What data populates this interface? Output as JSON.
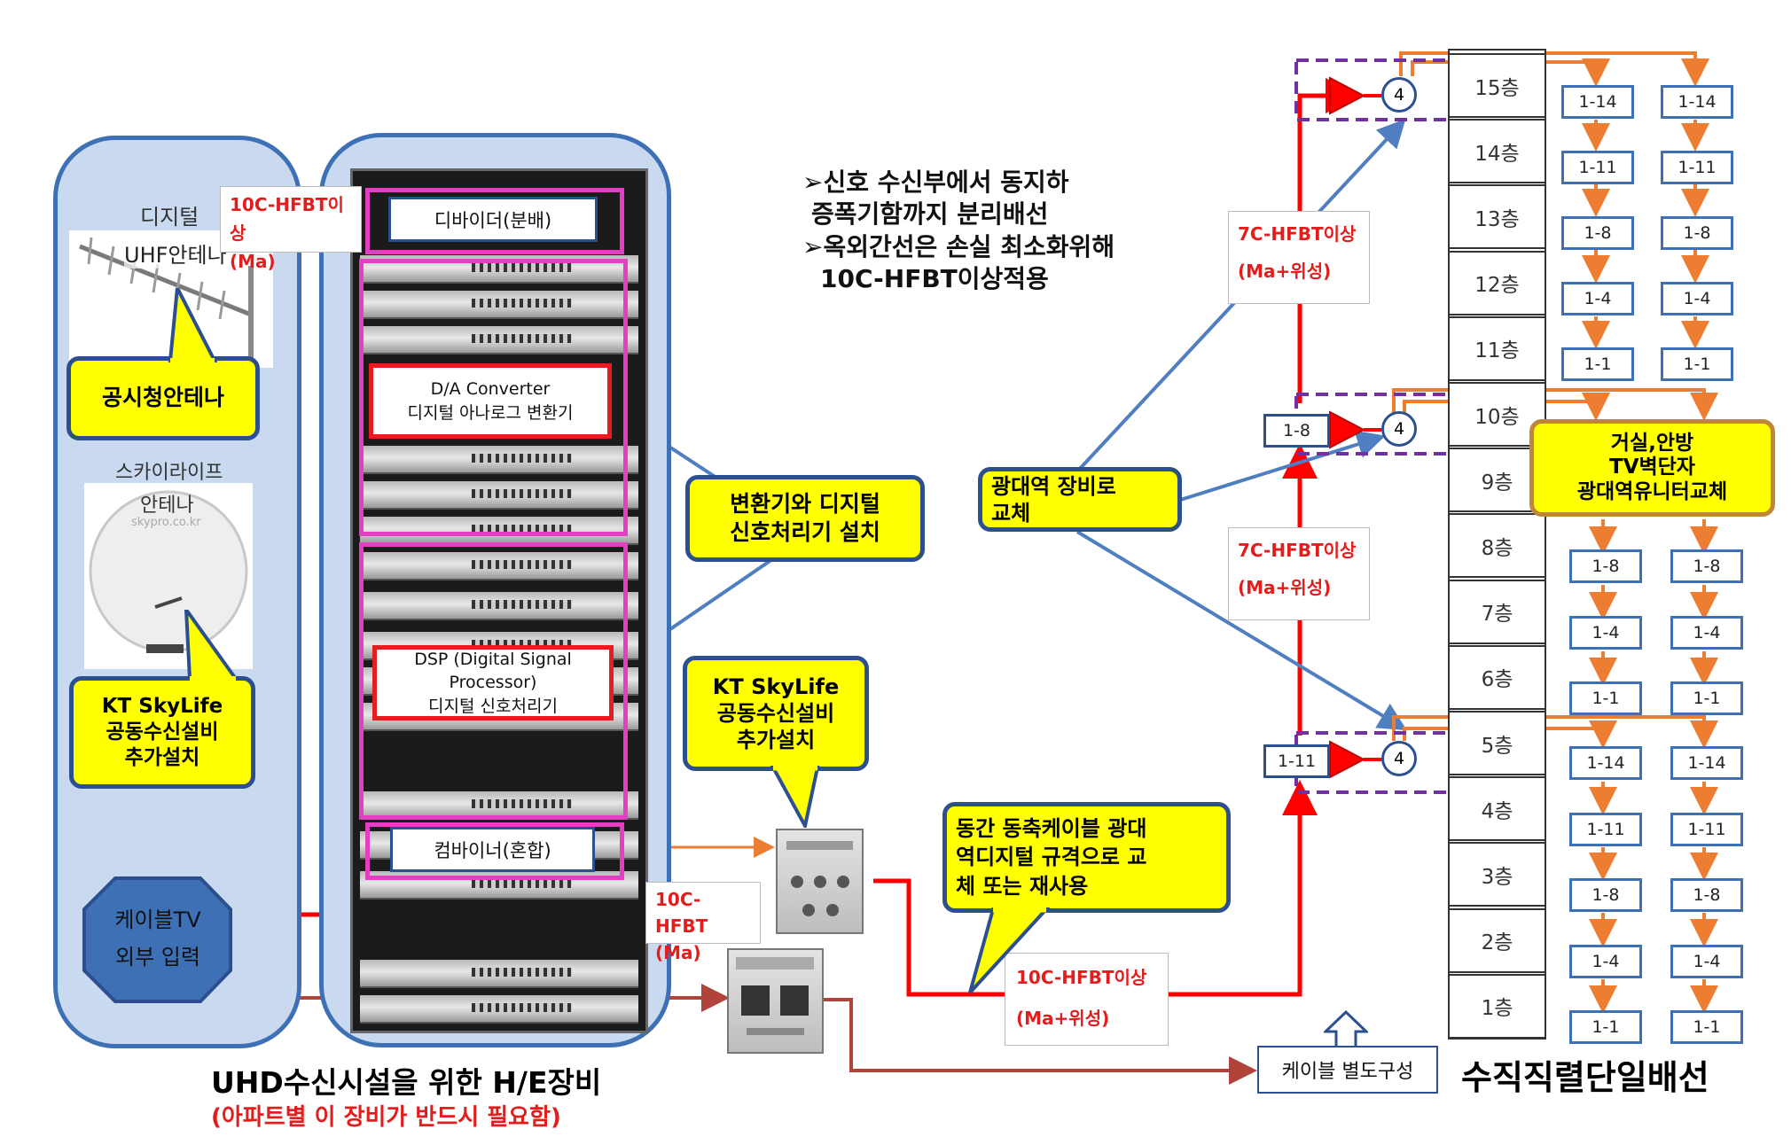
{
  "left_panel": {
    "digital_label": "디지털",
    "uhf_label": "UHF안테나",
    "skylife_label": "스카이라이프",
    "antenna_label": "안테나",
    "dish_watermark": "skypro.co.kr",
    "callout_public": "공시청안테나",
    "callout_skylife": [
      "KT SkyLife",
      "공동수신설비",
      "추가설치"
    ],
    "cable_tv": [
      "케이블TV",
      "외부 입력"
    ]
  },
  "rack": {
    "divider_label": "디바이더(분배)",
    "da_converter": [
      "D/A Converter",
      "디지털 아나로그 변환기"
    ],
    "dsp": [
      "DSP (Digital Signal Processor)",
      "디지털 신호처리기"
    ],
    "combiner_label": "컴바이너(혼합)"
  },
  "cable_labels": {
    "top_left": [
      "10C-HFBT이상",
      "(Ma)"
    ],
    "mid_left": [
      "10C-HFBT",
      "(Ma)"
    ],
    "bottom_mid": [
      "10C-HFBT이상",
      "(Ma+위성)"
    ],
    "upper_riser": [
      "7C-HFBT이상",
      "(Ma+위성)"
    ],
    "lower_riser": [
      "7C-HFBT이상",
      "(Ma+위성)"
    ]
  },
  "notes": [
    "➢신호 수신부에서 동지하",
    "증폭기함까지 분리배선",
    "➢옥외간선은 손실 최소화위해",
    "10C-HFBT이상적용"
  ],
  "callouts": {
    "converter": [
      "변환기와 디지털",
      "신호처리기 설치"
    ],
    "skylife_mid": [
      "KT SkyLife",
      "공동수신설비",
      "추가설치"
    ],
    "broadband": [
      "광대역 장비로",
      "교체"
    ],
    "coax": [
      "동간 동축케이블 광대",
      "역디지털 규격으로 교",
      "체 또는 재사용"
    ],
    "living_room": [
      "거실,안방",
      "TV벽단자",
      "광대역유니터교체"
    ]
  },
  "cable_separate": "케이블 별도구성",
  "bottom_title": "UHD수신시설을 위한 H/E장비",
  "bottom_subtitle": "(아파트별 이 장비가 반드시 필요함)",
  "riser_title": "수직직렬단일배선",
  "amp_splitter_label": "4",
  "amp_inputs": [
    "1-8",
    "1-11"
  ],
  "floors": [
    "15층",
    "14층",
    "13층",
    "12층",
    "11층",
    "10층",
    "9층",
    "8층",
    "7층",
    "6층",
    "5층",
    "4층",
    "3층",
    "2층",
    "1층"
  ],
  "outlets": {
    "upper_group": [
      "1-14",
      "1-11",
      "1-8",
      "1-4",
      "1-1"
    ],
    "middle_group": [
      "1-8",
      "1-4",
      "1-1"
    ],
    "lower_group": [
      "1-14",
      "1-11",
      "1-8",
      "1-4",
      "1-1"
    ]
  },
  "colors": {
    "panel_fill": "#c9daf0",
    "panel_border": "#3d70b4",
    "callout_fill": "#ffff00",
    "red_signal": "#ff0000",
    "orange_line": "#ed7d31",
    "purple_dash": "#7030a0",
    "pink_frame": "#e33ec4"
  }
}
